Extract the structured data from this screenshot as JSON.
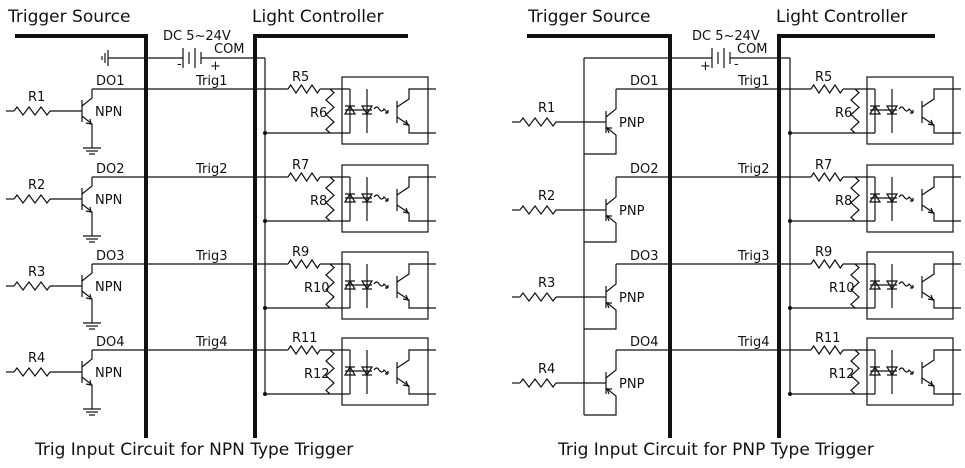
{
  "left": {
    "source_title": "Trigger Source",
    "controller_title": "Light Controller",
    "supply": "DC 5~24V",
    "com": "COM",
    "plus": "+",
    "minus": "-",
    "transistor_type": "NPN",
    "caption": "Trig Input Circuit for NPN  Type Trigger",
    "channels": [
      {
        "input_r": "R1",
        "do": "DO1",
        "trig": "Trig1",
        "r_series": "R5",
        "r_shunt": "R6"
      },
      {
        "input_r": "R2",
        "do": "DO2",
        "trig": "Trig2",
        "r_series": "R7",
        "r_shunt": "R8"
      },
      {
        "input_r": "R3",
        "do": "DO3",
        "trig": "Trig3",
        "r_series": "R9",
        "r_shunt": "R10"
      },
      {
        "input_r": "R4",
        "do": "DO4",
        "trig": "Trig4",
        "r_series": "R11",
        "r_shunt": "R12"
      }
    ]
  },
  "right": {
    "source_title": "Trigger Source",
    "controller_title": "Light Controller",
    "supply": "DC 5~24V",
    "com": "COM",
    "plus": "+",
    "minus": "-",
    "transistor_type": "PNP",
    "caption": "Trig Input Circuit for PNP Type Trigger",
    "channels": [
      {
        "input_r": "R1",
        "do": "DO1",
        "trig": "Trig1",
        "r_series": "R5",
        "r_shunt": "R6"
      },
      {
        "input_r": "R2",
        "do": "DO2",
        "trig": "Trig2",
        "r_series": "R7",
        "r_shunt": "R8"
      },
      {
        "input_r": "R3",
        "do": "DO3",
        "trig": "Trig3",
        "r_series": "R9",
        "r_shunt": "R10"
      },
      {
        "input_r": "R4",
        "do": "DO4",
        "trig": "Trig4",
        "r_series": "R11",
        "r_shunt": "R12"
      }
    ]
  }
}
